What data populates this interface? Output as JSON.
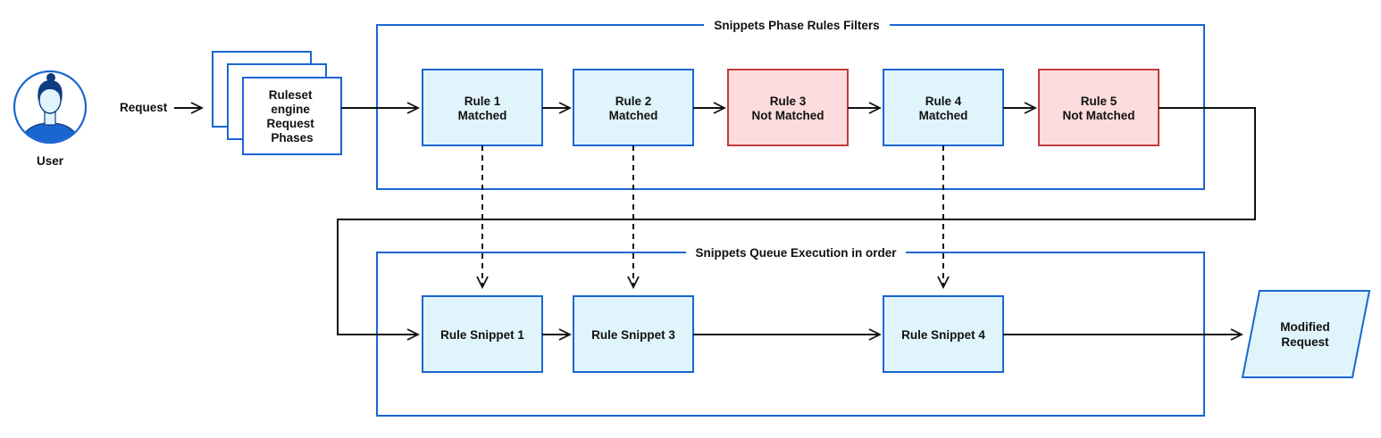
{
  "colors": {
    "frame": "#1a66d1",
    "matched_fill": "#dff4fb",
    "not_matched_fill": "#fcdcdc",
    "not_matched_stroke": "#c33a3a",
    "ink": "#111111",
    "avatar": "#1a66d1"
  },
  "user": {
    "label": "User",
    "icon": "user-avatar-icon"
  },
  "request_label": "Request",
  "ruleset_engine": {
    "lines": [
      "Ruleset",
      "engine",
      "Request",
      "Phases"
    ]
  },
  "filters_group": {
    "title": "Snippets Phase Rules Filters",
    "rules": [
      {
        "lines": [
          "Rule 1",
          "Matched"
        ],
        "status": "matched"
      },
      {
        "lines": [
          "Rule 2",
          "Matched"
        ],
        "status": "matched"
      },
      {
        "lines": [
          "Rule 3",
          "Not Matched"
        ],
        "status": "not-matched"
      },
      {
        "lines": [
          "Rule 4",
          "Matched"
        ],
        "status": "matched"
      },
      {
        "lines": [
          "Rule 5",
          "Not Matched"
        ],
        "status": "not-matched"
      }
    ]
  },
  "queue_group": {
    "title": "Snippets Queue Execution in order",
    "snippets": [
      {
        "label": "Rule Snippet 1"
      },
      {
        "label": "Rule Snippet 3"
      },
      {
        "label": "Rule Snippet 4"
      }
    ]
  },
  "output": {
    "lines": [
      "Modified",
      "Request"
    ]
  }
}
